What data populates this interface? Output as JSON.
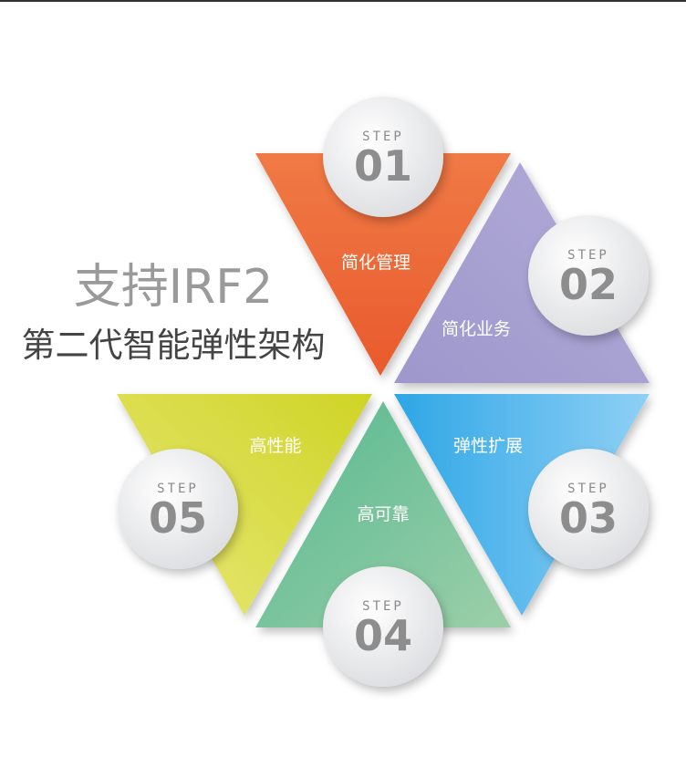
{
  "title": {
    "line1": "支持IRF2",
    "line2": "第二代智能弹性架构"
  },
  "step_prefix": "STEP",
  "steps": [
    {
      "num": "01",
      "label": "简化管理",
      "color_a": "#f07a45",
      "color_b": "#e95a2c"
    },
    {
      "num": "02",
      "label": "简化业务",
      "color_a": "#9d97cc",
      "color_b": "#b3acd8"
    },
    {
      "num": "03",
      "label": "弹性扩展",
      "color_a": "#2ea6e6",
      "color_b": "#8fd0f5"
    },
    {
      "num": "04",
      "label": "高可靠",
      "color_a": "#55b890",
      "color_b": "#9ccfa9"
    },
    {
      "num": "05",
      "label": "高性能",
      "color_a": "#cfd425",
      "color_b": "#e8e87a"
    }
  ]
}
